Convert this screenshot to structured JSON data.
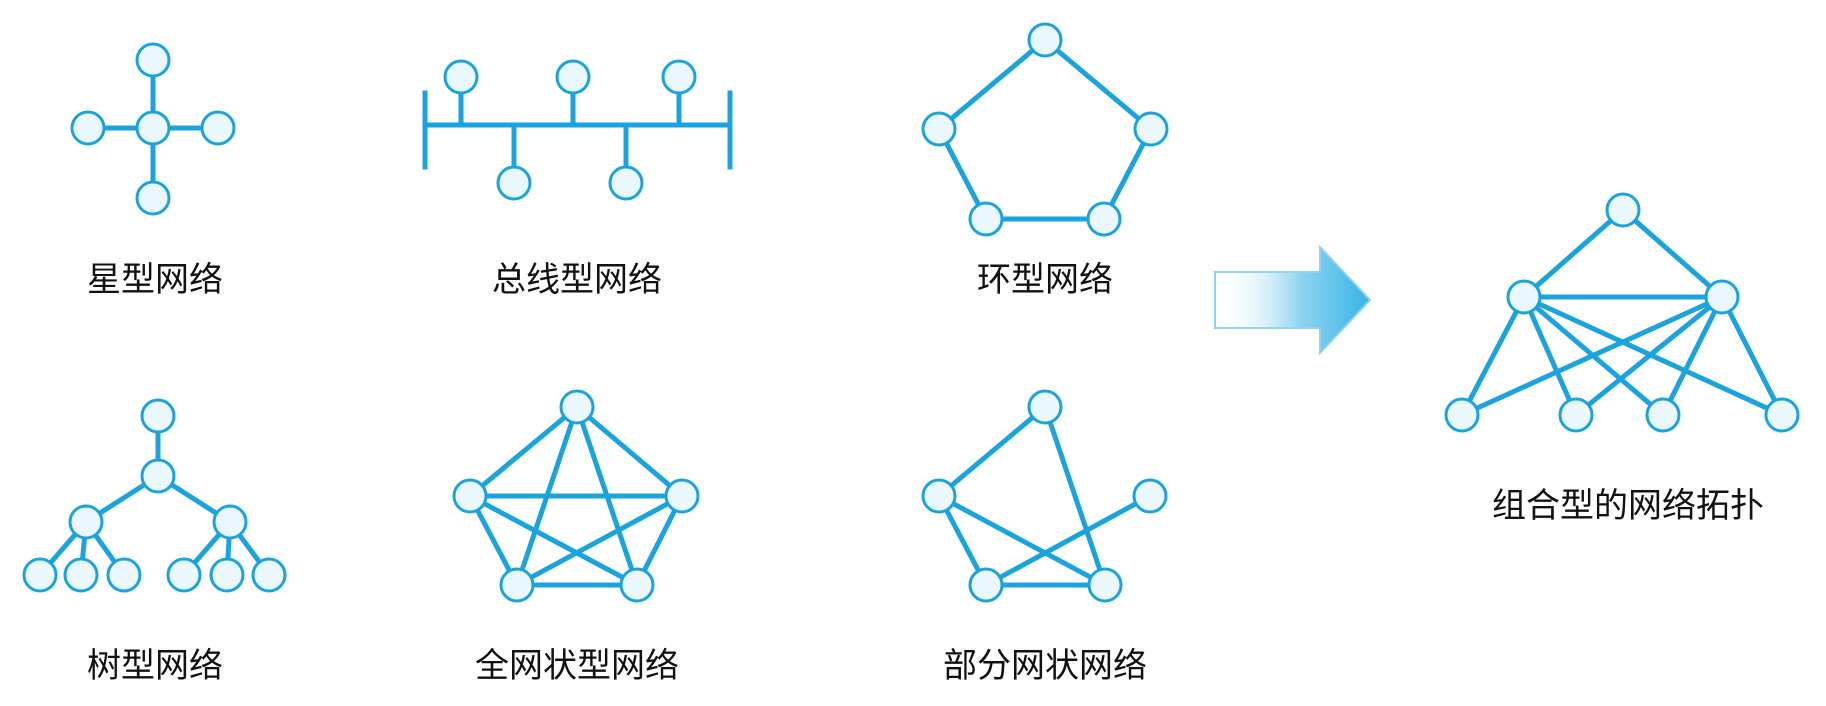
{
  "colors": {
    "stroke": "#1aa3dc",
    "node_fill": "#eaf7fd",
    "arrow_light": "#ffffff",
    "arrow_dark": "#36b3e6"
  },
  "diagrams": {
    "star": {
      "label": "星型网络"
    },
    "bus": {
      "label": "总线型网络"
    },
    "ring": {
      "label": "环型网络"
    },
    "tree": {
      "label": "树型网络"
    },
    "full_mesh": {
      "label": "全网状型网络"
    },
    "partial_mesh": {
      "label": "部分网状网络"
    },
    "combined": {
      "label": "组合型的网络拓扑"
    }
  },
  "arrow": {
    "icon": "right-arrow-icon"
  }
}
